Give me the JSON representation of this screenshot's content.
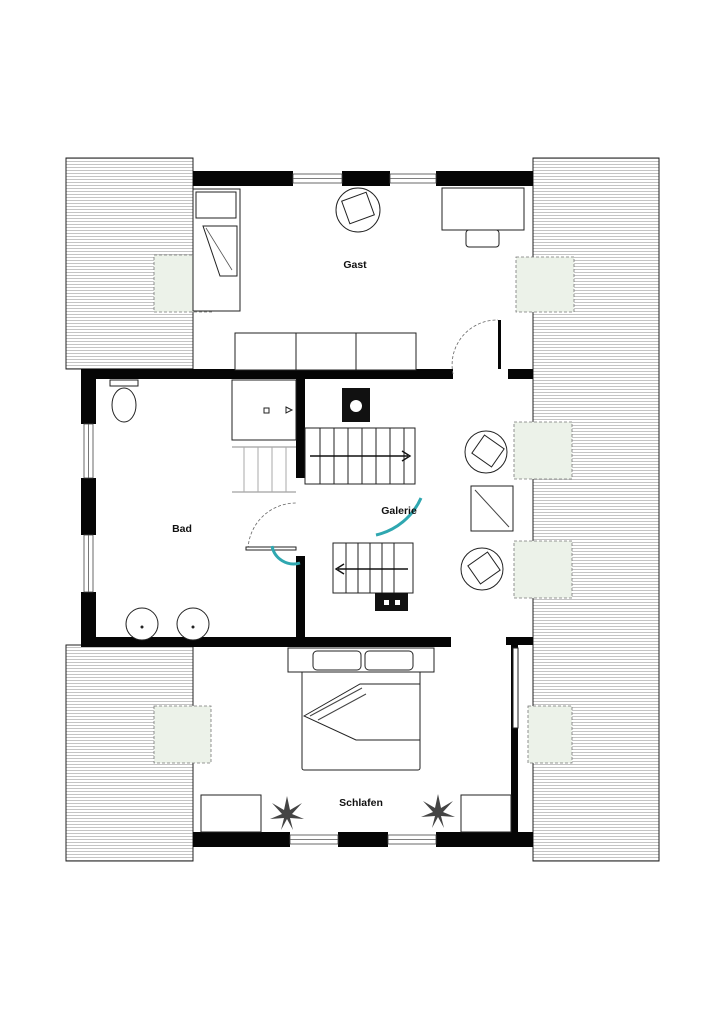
{
  "rooms": {
    "gast": "Gast",
    "bad": "Bad",
    "galerie": "Galerie",
    "schlafen": "Schlafen"
  },
  "colors": {
    "wall": "#050505",
    "roof_hatch": "#e8e8e8",
    "skylight": "#ecf2e9",
    "galerie_accent": "#2fa7b0"
  },
  "icons": [
    "plant-icon",
    "armchair-icon",
    "toilet-icon",
    "washbasin-icon",
    "stair-arrow-icon",
    "bed-icon"
  ]
}
